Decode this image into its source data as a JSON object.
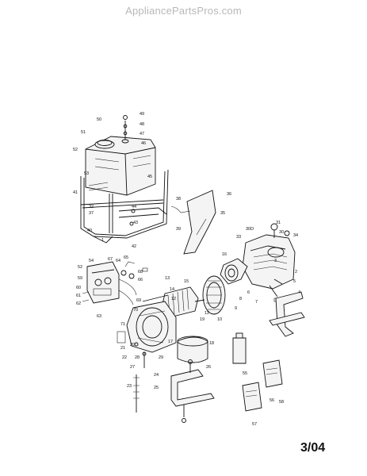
{
  "watermark": "AppliancePartsPros.com",
  "stamp": "3/04",
  "callouts": [
    "49",
    "50",
    "51",
    "52",
    "48",
    "47",
    "46",
    "45",
    "53",
    "41",
    "32",
    "37",
    "40",
    "44",
    "43",
    "42",
    "1",
    "38",
    "39",
    "36",
    "35",
    "33",
    "34",
    "31",
    "30",
    "30D",
    "2",
    "4",
    "5",
    "3",
    "6",
    "7",
    "8",
    "9",
    "10",
    "11",
    "12",
    "13",
    "14",
    "15",
    "16",
    "17",
    "18",
    "19",
    "20",
    "21",
    "22",
    "23",
    "24",
    "25",
    "26",
    "27",
    "28",
    "29",
    "52",
    "54",
    "55",
    "56",
    "57",
    "58",
    "59",
    "60",
    "61",
    "62",
    "63",
    "64",
    "65",
    "66",
    "67",
    "68",
    "69",
    "70",
    "71"
  ]
}
